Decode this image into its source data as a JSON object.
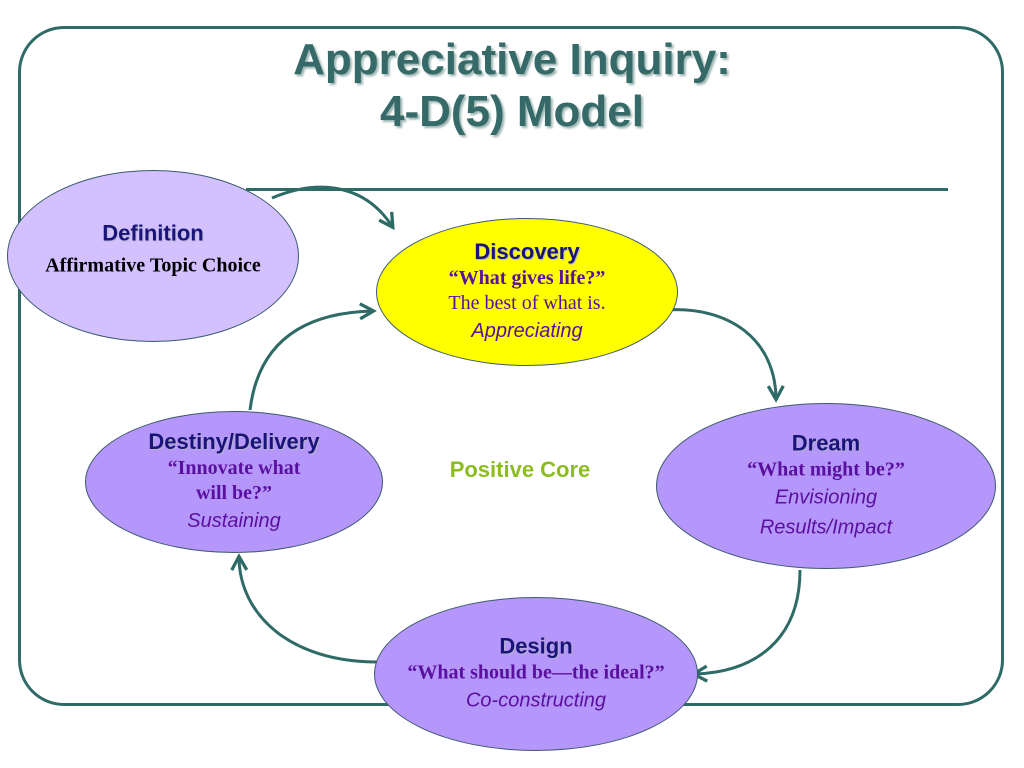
{
  "title": {
    "line1": "Appreciative Inquiry:",
    "line2": "4-D(5) Model"
  },
  "center_label": "Positive Core",
  "colors": {
    "frame": "#2f6b66",
    "title": "#356a68",
    "arrow": "#2f6b66",
    "lavender_fill": "#d2c0ff",
    "violet_fill": "#b596fb",
    "yellow_fill": "#ffff00",
    "heading_text": "#1a1478",
    "purple_text": "#5a109e",
    "center_label": "#8cbd1e"
  },
  "nodes": {
    "definition": {
      "heading": "Definition",
      "line1": "Affirmative Topic Choice"
    },
    "discovery": {
      "heading": "Discovery",
      "quote": "“What gives life?”",
      "line2": "The best of what is.",
      "italic": "Appreciating"
    },
    "dream": {
      "heading": "Dream",
      "quote": "“What might be?”",
      "italic1": "Envisioning",
      "italic2": "Results/Impact"
    },
    "design": {
      "heading": "Design",
      "quote": "“What should be—the ideal?”",
      "italic": "Co-constructing"
    },
    "destiny": {
      "heading": "Destiny/Delivery",
      "quote1": "“Innovate what",
      "quote2": "will be?”",
      "italic": "Sustaining"
    }
  }
}
